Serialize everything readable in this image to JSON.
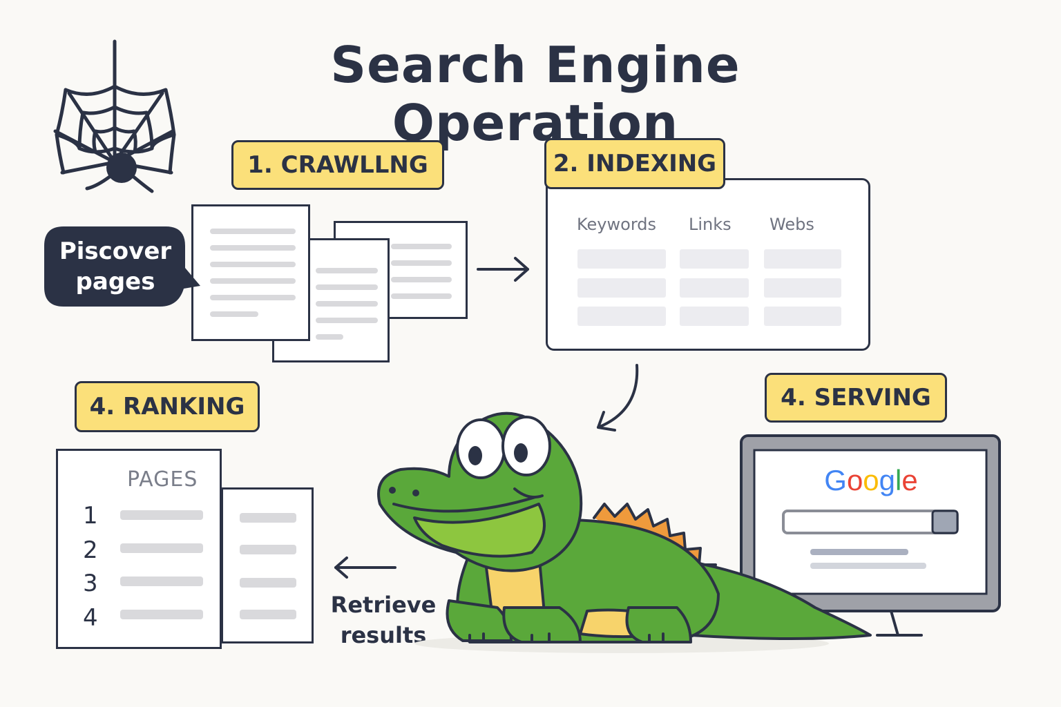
{
  "title": "Search Engine Operation",
  "steps": {
    "crawling": "1. CRAWLLNG",
    "indexing": "2. INDEXING",
    "ranking": "4. RANKING",
    "serving": "4. SERVING"
  },
  "bubble": {
    "line1": "Piscover",
    "line2": "pages"
  },
  "index_table": {
    "columns": [
      "Keywords",
      "Links",
      "Webs"
    ]
  },
  "ranking_list": {
    "header": "PAGES",
    "ranks": [
      "1",
      "2",
      "3",
      "4"
    ]
  },
  "retrieve": {
    "line1": "Retrieve",
    "line2": "results"
  },
  "browser": {
    "logo_letters": [
      "G",
      "o",
      "o",
      "g",
      "l",
      "e"
    ],
    "logo_colors": [
      "#4285F4",
      "#EA4335",
      "#FBBC05",
      "#4285F4",
      "#34A853",
      "#EA4335"
    ]
  },
  "colors": {
    "ink": "#2b3245",
    "badge": "#fbe07a",
    "gator_green": "#5aa83a",
    "gator_belly": "#f7d36b",
    "spikes": "#ef9a3c"
  },
  "icons": [
    "spider-web-icon",
    "arrow-right-icon",
    "arrow-curved-down-icon",
    "arrow-left-icon",
    "alligator-mascot",
    "monitor-icon"
  ]
}
